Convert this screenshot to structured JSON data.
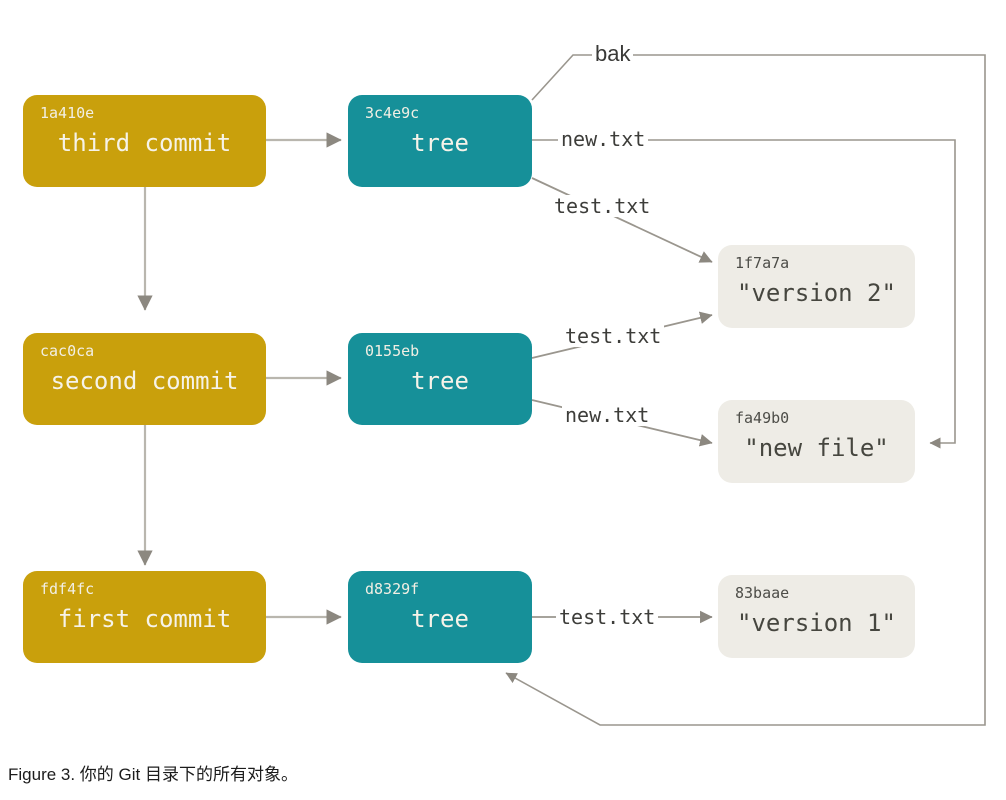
{
  "figure": {
    "caption": "Figure 3. 你的 Git 目录下的所有对象。"
  },
  "colors": {
    "commit": "#c9a00c",
    "tree": "#169099",
    "blob": "#eeece6",
    "edge": "#8c8880",
    "commit_text": "#f6f3e9",
    "blob_text": "#46463f",
    "background": "#ffffff"
  },
  "nodes": {
    "commits": [
      {
        "hash": "1a410e",
        "title": "third commit"
      },
      {
        "hash": "cac0ca",
        "title": "second commit"
      },
      {
        "hash": "fdf4fc",
        "title": "first commit"
      }
    ],
    "trees": [
      {
        "hash": "3c4e9c",
        "title": "tree"
      },
      {
        "hash": "0155eb",
        "title": "tree"
      },
      {
        "hash": "d8329f",
        "title": "tree"
      }
    ],
    "blobs": [
      {
        "hash": "1f7a7a",
        "title": "\"version 2\""
      },
      {
        "hash": "fa49b0",
        "title": "\"new file\""
      },
      {
        "hash": "83baae",
        "title": "\"version 1\""
      }
    ]
  },
  "edge_labels": {
    "bak": "bak",
    "new_txt_top": "new.txt",
    "test_txt_top": "test.txt",
    "test_txt_mid": "test.txt",
    "new_txt_mid": "new.txt",
    "test_txt_bottom": "test.txt"
  }
}
